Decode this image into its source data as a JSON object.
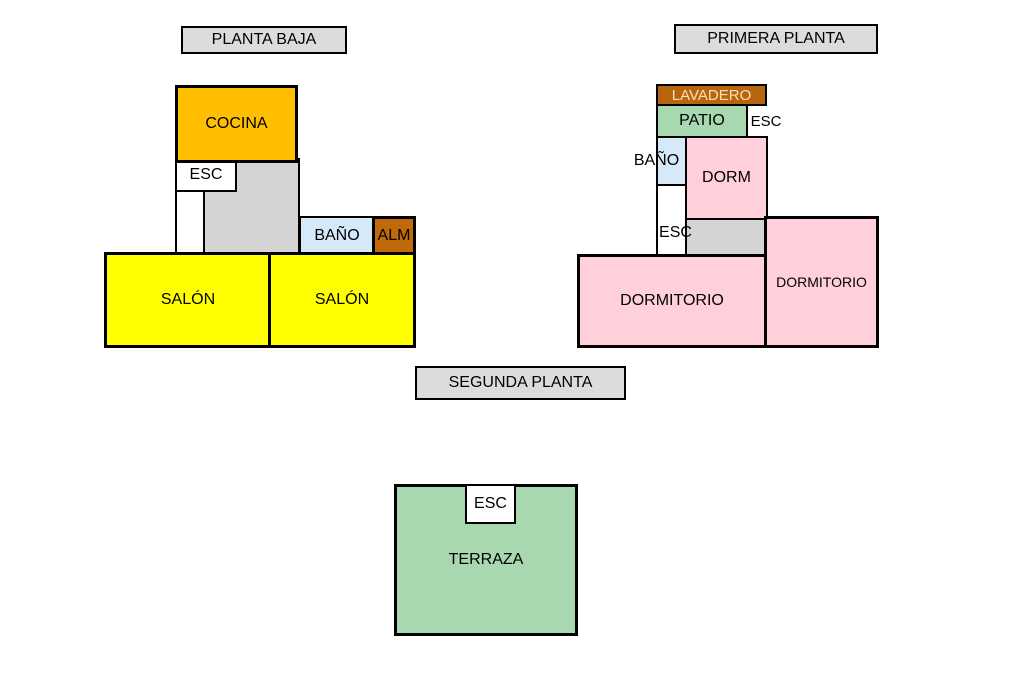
{
  "planta_baja": {
    "title": "PLANTA BAJA",
    "rooms": {
      "cocina": "COCINA",
      "esc": "ESC",
      "bano": "BAÑO",
      "alm": "ALM",
      "salon_left": "SALÓN",
      "salon_right": "SALÓN"
    }
  },
  "primera_planta": {
    "title": "PRIMERA PLANTA",
    "rooms": {
      "lavadero": "LAVADERO",
      "patio": "PATIO",
      "esc_top": "ESC",
      "bano": "BAÑO",
      "dorm": "DORM",
      "esc": "ESC",
      "dormitorio_left": "DORMITORIO",
      "dormitorio_right": "DORMITORIO"
    }
  },
  "segunda_planta": {
    "title": "SEGUNDA PLANTA",
    "rooms": {
      "esc": "ESC",
      "terraza": "TERRAZA"
    }
  },
  "colors": {
    "cocina": "#ffbf00",
    "salon": "#ffff00",
    "bano": "#d6e9f8",
    "almacen": "#c06a0a",
    "hall": "#d4d4d4",
    "lavadero": "#b8650f",
    "patio": "#a8d8b0",
    "dormitorio": "#ffd0da",
    "terraza": "#a8d8b0",
    "title_bg": "#dcdcdc"
  }
}
